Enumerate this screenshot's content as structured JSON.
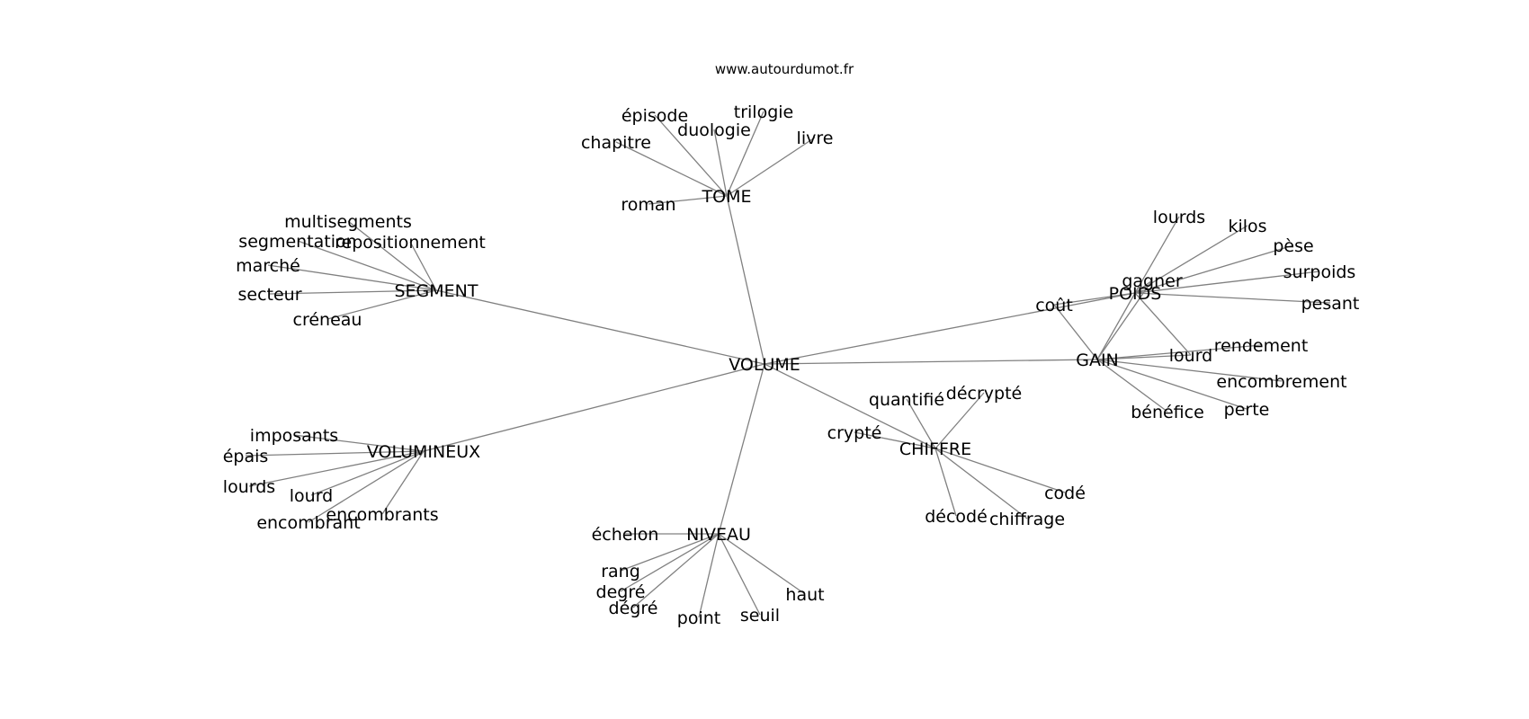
{
  "site_url": "www.autourdumot.fr",
  "graph": {
    "center": "VOLUME",
    "hubs": [
      {
        "label": "TOME",
        "words": [
          "roman",
          "chapitre",
          "épisode",
          "duologie",
          "trilogie",
          "livre"
        ]
      },
      {
        "label": "SEGMENT",
        "words": [
          "multisegments",
          "segmentation",
          "repositionnement",
          "marché",
          "secteur",
          "créneau"
        ]
      },
      {
        "label": "VOLUMINEUX",
        "words": [
          "imposants",
          "épais",
          "lourds",
          "lourd",
          "encombrant",
          "encombrants"
        ]
      },
      {
        "label": "NIVEAU",
        "words": [
          "échelon",
          "rang",
          "degré",
          "dégré",
          "point",
          "seuil",
          "haut"
        ]
      },
      {
        "label": "CHIFFRE",
        "words": [
          "crypté",
          "quantifié",
          "décrypté",
          "codé",
          "décodé",
          "chiffrage"
        ]
      },
      {
        "label": "POIDS",
        "words": [
          "lourds",
          "kilos",
          "pèse",
          "surpoids",
          "pesant",
          "gagner",
          "coût",
          "lourd",
          "GAIN"
        ]
      },
      {
        "label": "GAIN",
        "words": [
          "rendement",
          "encombrement",
          "perte",
          "bénéfice",
          "coût",
          "lourd",
          "gagner"
        ]
      }
    ]
  }
}
